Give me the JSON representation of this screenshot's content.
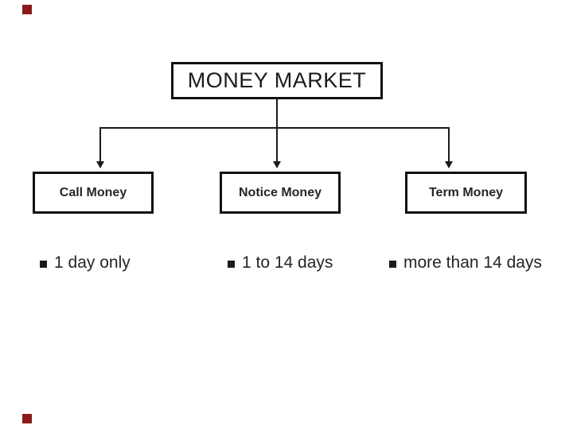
{
  "slide": {
    "background_color": "#ffffff",
    "accent_color": "#8B1A1B",
    "line_color": "#1a1a1a",
    "title": {
      "label": "MONEY MARKET"
    },
    "branches": [
      {
        "label": "Call Money",
        "detail": "1 day only"
      },
      {
        "label": "Notice Money",
        "detail": "1 to 14 days"
      },
      {
        "label": "Term Money",
        "detail": "more than 14 days"
      }
    ],
    "icons": {
      "bullet_square": "▪",
      "arrow_down": "▼"
    }
  }
}
